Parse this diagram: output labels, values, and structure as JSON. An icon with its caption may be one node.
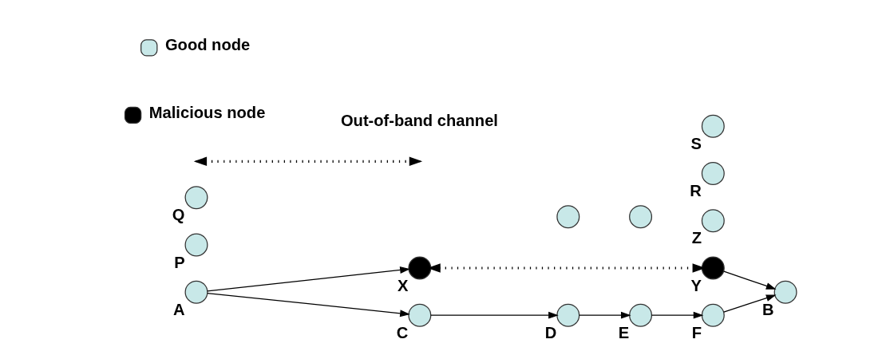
{
  "diagram": {
    "nodes": [
      {
        "text": [],
        "shape": "circle",
        "beside": [
          "A"
        ]
      },
      {
        "text": [],
        "shape": "circle",
        "beside": [
          "P"
        ]
      },
      {
        "text": [],
        "shape": "circle",
        "beside": [
          "X"
        ]
      },
      {
        "text": [],
        "shape": "circle"
      },
      {
        "text": [],
        "shape": "circle",
        "beside": [
          "Z"
        ]
      },
      {
        "text": [],
        "shape": "circle",
        "beside": [
          "R"
        ]
      },
      {
        "text": [],
        "shape": "circle",
        "beside": [
          "Y"
        ]
      },
      {
        "text": [],
        "shape": "circle",
        "beside": [
          "Q"
        ]
      },
      {
        "text": [],
        "shape": "circle"
      },
      {
        "text": [],
        "shape": "circle",
        "beside": [
          "S"
        ]
      },
      {
        "text": [],
        "shape": "circle",
        "beside": [
          "B"
        ]
      },
      {
        "text": [],
        "shape": "circle",
        "beside": [
          "C"
        ]
      },
      {
        "text": [],
        "shape": "circle",
        "beside": [
          "D"
        ]
      },
      {
        "text": [],
        "shape": "circle",
        "beside": [
          "E"
        ]
      },
      {
        "text": [],
        "shape": "circle",
        "beside": [
          "F"
        ]
      }
    ],
    "edges": [
      {
        "from": 0,
        "to": 2,
        "arrow": "to"
      },
      {
        "from": 2,
        "to": 6,
        "arrow": "both",
        "style": "dashed"
      },
      {
        "from": 6,
        "to": 10,
        "arrow": "to"
      },
      {
        "from": 0,
        "to": 11,
        "arrow": "to"
      },
      {
        "from": 11,
        "to": 12,
        "arrow": "to"
      },
      {
        "from": 12,
        "to": 13,
        "arrow": "to"
      },
      {
        "from": 13,
        "to": 14,
        "arrow": "to"
      },
      {
        "from": 14,
        "to": 10,
        "arrow": "to"
      }
    ],
    "legend": [
      {
        "text": "Good node",
        "color": "#c8e8e8"
      },
      {
        "text": "Malicious node",
        "color": "#000000"
      },
      {
        "text": "Out-of-band channel"
      }
    ]
  }
}
